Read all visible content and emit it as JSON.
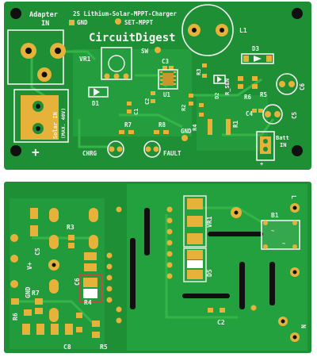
{
  "board_top": {
    "title": "2S Lithium-Solar-MPPT-Charger",
    "brand": "CircuitDigest",
    "labels": {
      "adapter": "Adapter",
      "adapter_in": "IN",
      "gnd_top": "GND",
      "set_mppt": "SET-MPPT",
      "sw": "SW",
      "vr1": "VR1",
      "l1": "L1",
      "d3": "D3",
      "c3": "C3",
      "u1": "U1",
      "r3": "R3",
      "r_sen": "R_SEN",
      "d1": "D1",
      "c1": "C1",
      "c2": "C2",
      "r2": "R2",
      "d2": "D2",
      "r6": "R6",
      "r5": "R5",
      "c4": "C4",
      "c6": "C6",
      "c5": "C5",
      "r4": "R4",
      "r1": "R1",
      "r7": "R7",
      "r8": "R8",
      "gnd_mid": "GND",
      "solar_in": "Solar IN",
      "solar_max": "(MAX. 40V)",
      "chrg": "CHRG",
      "fault": "FAULT",
      "batt": "Batt",
      "batt_in": "IN",
      "plus": "+",
      "minus_top": "–",
      "plus_batt": "+"
    }
  },
  "board_bottom": {
    "labels": {
      "b1": "B1",
      "l": "L",
      "n": "N",
      "vr1": "VR1",
      "d5": "D5",
      "c2": "C2",
      "r3": "R3",
      "c5": "C5",
      "v_plus": "V+",
      "gnd": "GND",
      "c6": "C6",
      "r4": "R4",
      "r7": "R7",
      "r6": "R6",
      "c8": "C8",
      "r5": "R5",
      "ac_tilde": "~"
    }
  },
  "colors": {
    "board_green": "#1e8f35",
    "board_green_light": "#2aa845",
    "pad_gold": "#e7b23a",
    "silkscreen": "#f3f3f3"
  }
}
